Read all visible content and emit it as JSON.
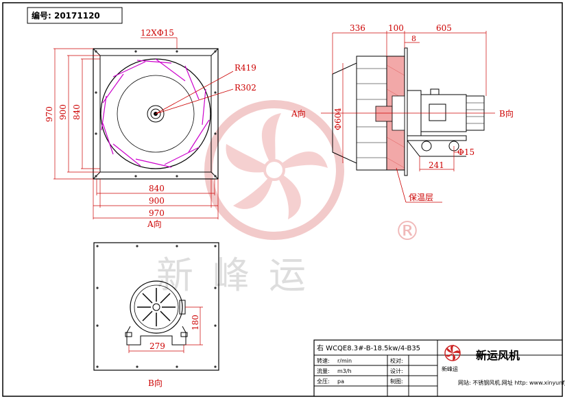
{
  "drawing_number_label": "编号: 20171120",
  "front_view": {
    "holes_label": "12XΦ15",
    "radius_outer": "R419",
    "radius_inner": "R302",
    "height_outer": "970",
    "height_mid": "900",
    "height_inner": "840",
    "width_inner": "840",
    "width_mid": "900",
    "width_outer": "970",
    "view_label": "A向"
  },
  "side_view": {
    "dim_inlet": "336",
    "dim_flange": "100",
    "dim_motor": "605",
    "dim_plate": "8",
    "dim_diameter": "Φ604",
    "dim_base": "241",
    "dim_hole": "Φ15",
    "arrow_a": "A向",
    "arrow_b": "B向",
    "insulation_label": "保温层"
  },
  "rear_view": {
    "dim_height": "180",
    "dim_width": "279",
    "view_label": "B向"
  },
  "watermark": {
    "text": "新峰运",
    "registered": "®"
  },
  "title_block": {
    "model": "右 WCQE8.3#-B-18.5kw/4-B35",
    "speed_label": "转速:",
    "speed_unit": "r/min",
    "flow_label": "流量:",
    "flow_unit": "m3/h",
    "pressure_label": "全压:",
    "pressure_unit": "pa",
    "check_label": "校对:",
    "design_label": "设计:",
    "draw_label": "制图:",
    "company_logo_text": "新峰运",
    "company_name": "新运风机",
    "website": "网站: 不锈钢风机.网址  http: www.xinyunfj.com"
  },
  "colors": {
    "line": "#000000",
    "dimension": "#cc0000",
    "impeller": "#cc00cc",
    "watermark": "#e8b0b0",
    "insulation": "#f2a8a8"
  }
}
